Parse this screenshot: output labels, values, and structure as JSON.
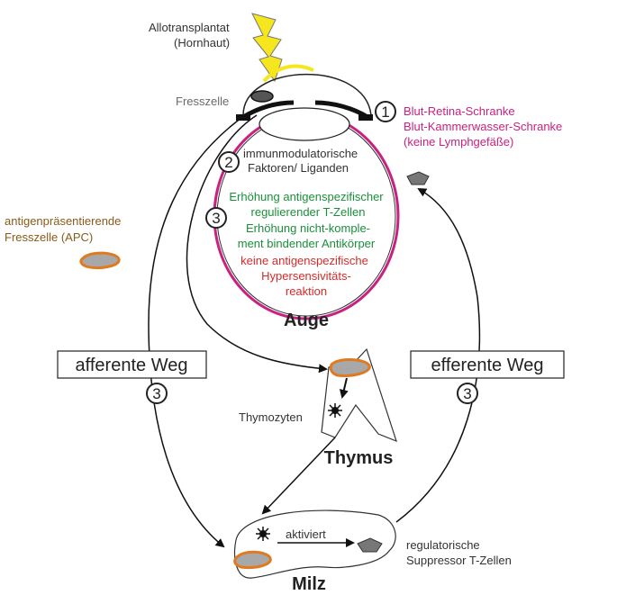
{
  "allograft": {
    "line1": "Allotransplantat",
    "line2": "(Hornhaut)"
  },
  "phagocyte_label": "Fresszelle",
  "barrier": {
    "number": "1",
    "line1": "Blut-Retina-Schranke",
    "line2": "Blut-Kammerwasser-Schranke",
    "line3": "(keine Lymphgefäße)"
  },
  "factors": {
    "number": "2",
    "line1": "immunmodulatorische",
    "line2": "Faktoren/ Liganden"
  },
  "effects": {
    "number": "3",
    "green_lines": [
      "Erhöhung antigenspezifischer",
      "regulierender T-Zellen",
      "Erhöhung nicht-komple-",
      "ment bindender Antikörper"
    ],
    "red_lines": [
      "keine antigenspezifische",
      "Hypersensivitäts-",
      "reaktion"
    ]
  },
  "apc": {
    "line1": "antigenpräsentierende",
    "line2": "Fresszelle (APC)"
  },
  "eye_label": "Auge",
  "afferent": {
    "label": "afferente Weg",
    "number": "3"
  },
  "efferent": {
    "label": "efferente Weg",
    "number": "3"
  },
  "thymocytes_label": "Thymozyten",
  "thymus_label": "Thymus",
  "spleen": {
    "label": "Milz",
    "activated": "aktiviert"
  },
  "regulatory": {
    "line1": "regulatorische",
    "line2": "Suppressor T-Zellen"
  },
  "colors": {
    "eye_ring": "#c8217f",
    "cornea": "#f5e61e",
    "lightning": "#f5e61e",
    "cell_outline": "#e07a20",
    "cell_fill": "#a8a8a8",
    "green_text": "#1a8f3a",
    "red_text": "#d62a2a",
    "pink_text": "#c8217f",
    "brown_text": "#8a5a1a"
  }
}
